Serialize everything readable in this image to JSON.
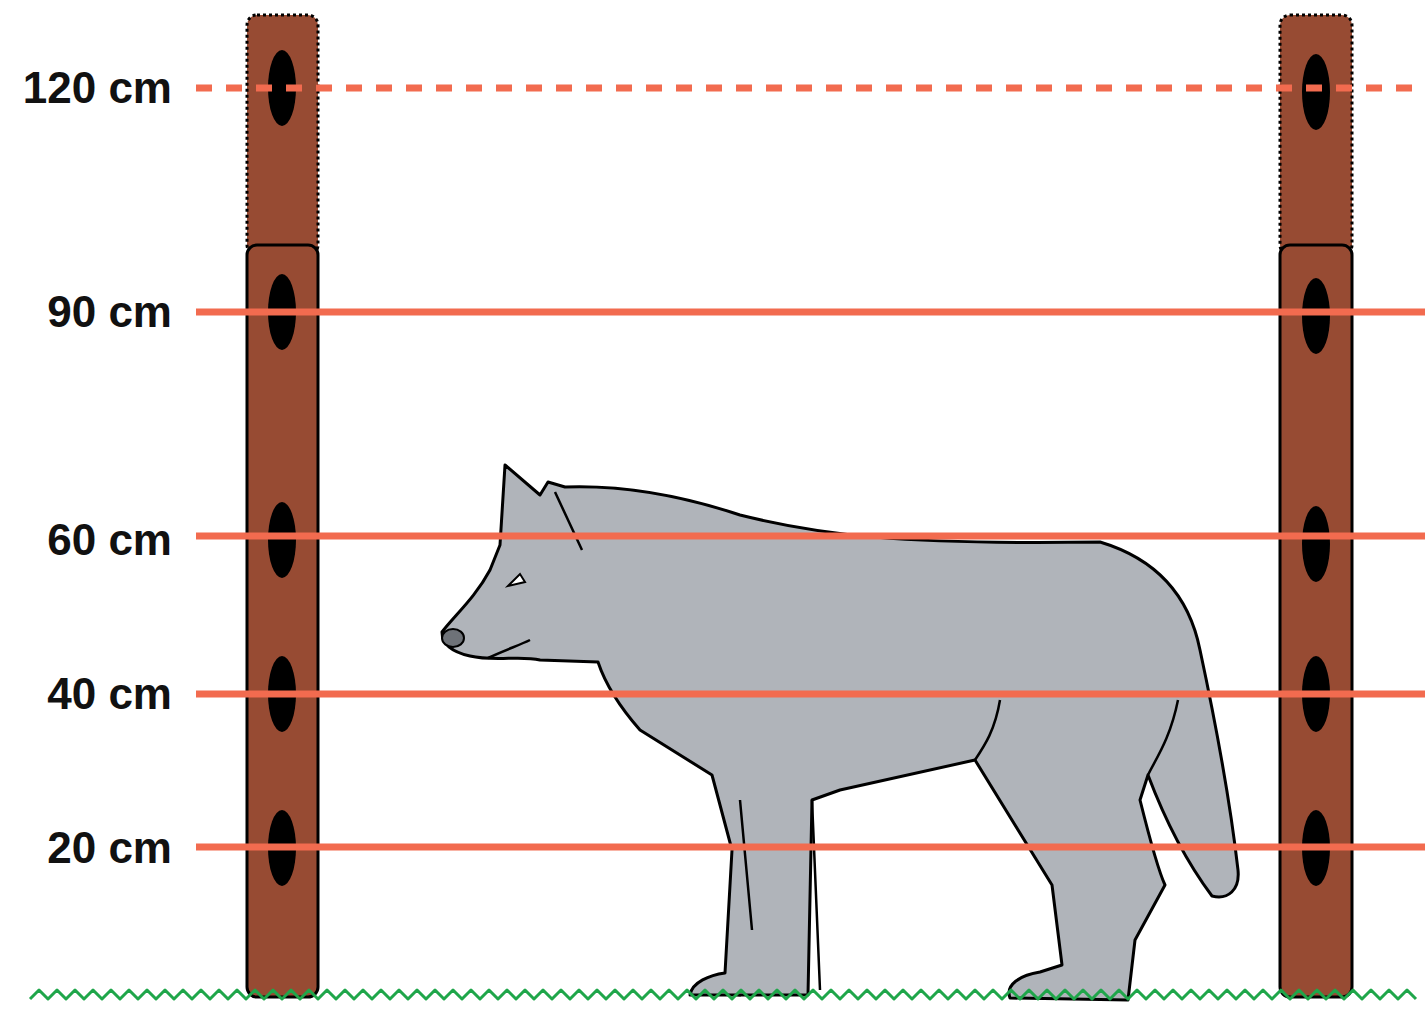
{
  "diagram": {
    "labels": [
      "120 cm",
      "90 cm",
      "60 cm",
      "40 cm",
      "20 cm"
    ]
  }
}
